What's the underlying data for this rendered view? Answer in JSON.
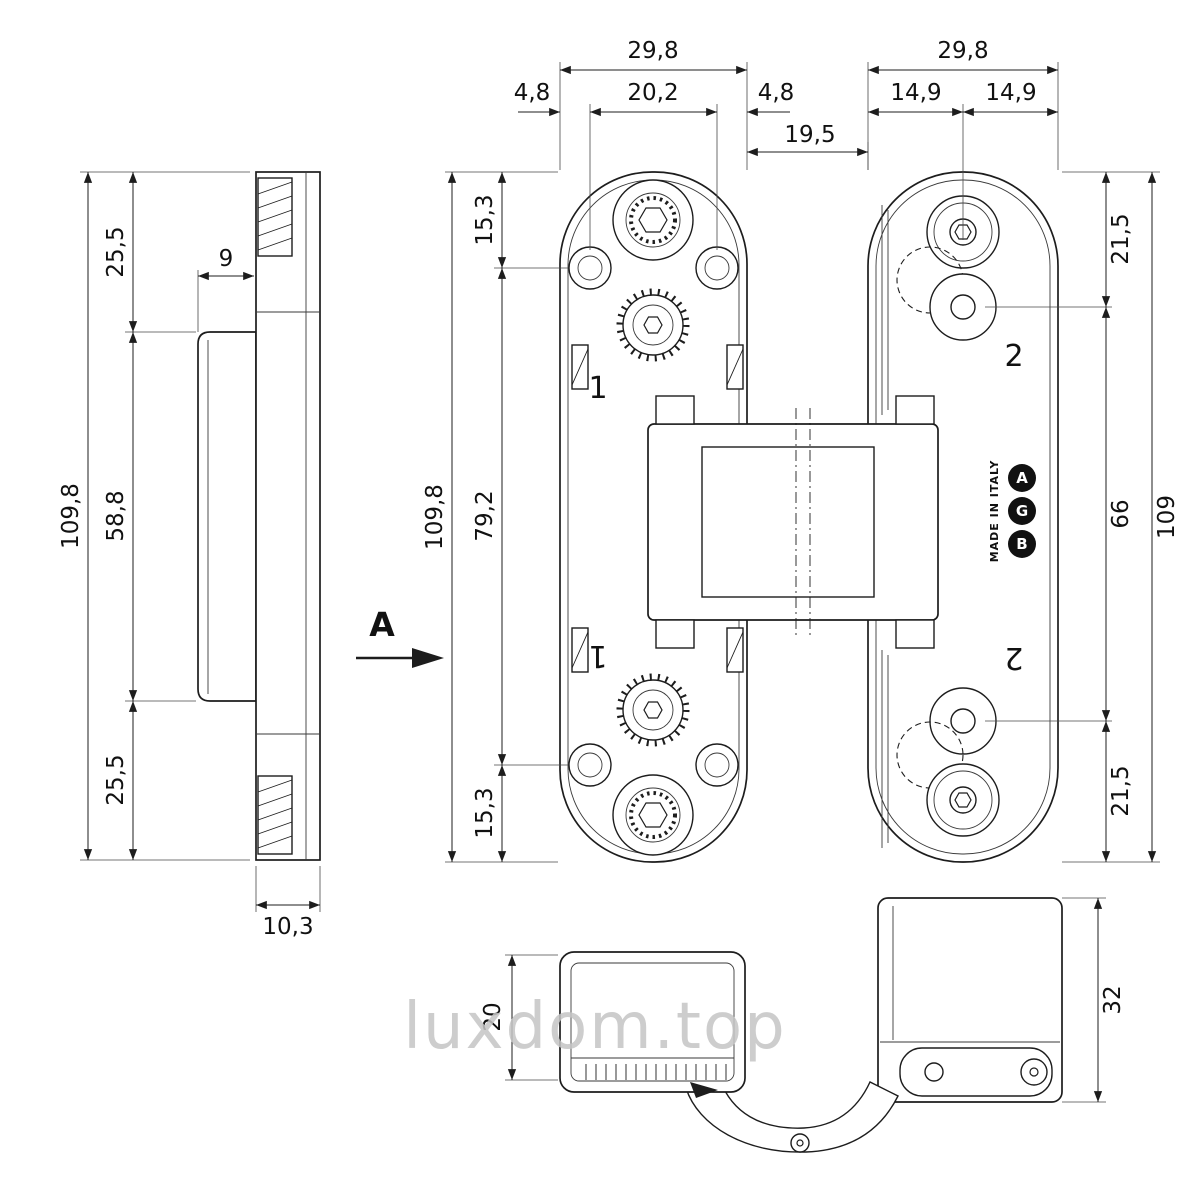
{
  "page": {
    "background": "#ffffff",
    "line_color": "#1d1d1d",
    "watermark_color": "#c5c5c5"
  },
  "watermark": "luxdom.top",
  "side_view": {
    "dim_overall": "109,8",
    "dim_top": "25,5",
    "dim_middle": "58,8",
    "dim_bottom": "25,5",
    "dim_cup_depth": "9",
    "dim_plate_width": "10,3"
  },
  "front_view": {
    "section_label": "A",
    "part_number": "1",
    "dim_width": "29,8",
    "dim_offset_left": "4,8",
    "dim_screw_span": "20,2",
    "dim_offset_right": "4,8",
    "dim_gap": "19,5",
    "dim_overall": "109,8",
    "dim_top": "15,3",
    "dim_screw_height": "79,2",
    "dim_bottom": "15,3"
  },
  "door_view": {
    "part_number": "2",
    "dim_width": "29,8",
    "dim_half_left": "14,9",
    "dim_half_right": "14,9",
    "dim_top": "21,5",
    "dim_screw_span": "66",
    "dim_bottom": "21,5",
    "dim_overall": "109",
    "logo": {
      "letter_a": "A",
      "letter_g": "G",
      "letter_b": "B",
      "made_in": "MADE IN ITALY"
    }
  },
  "bottom_view": {
    "dim_cup_depth": "20",
    "dim_body_height": "32"
  }
}
